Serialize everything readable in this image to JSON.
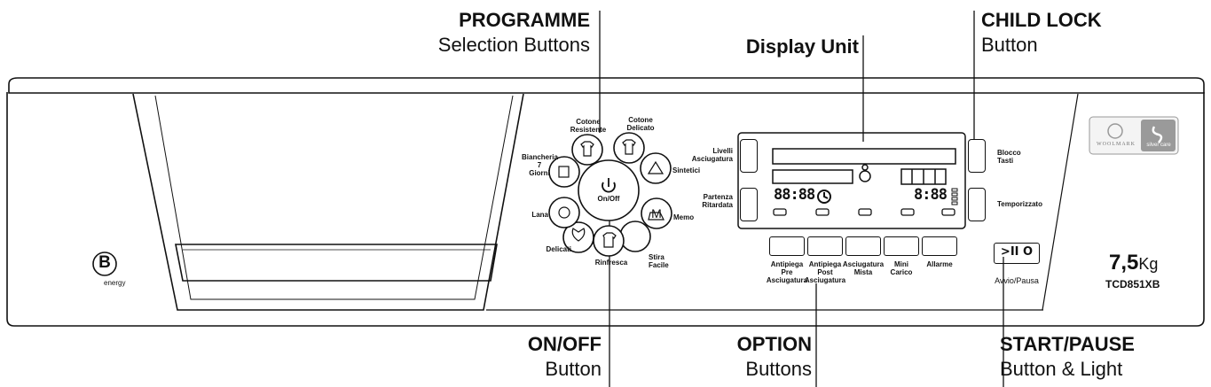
{
  "callouts": {
    "programme": {
      "title": "PROGRAMME",
      "subtitle": "Selection Buttons"
    },
    "display": {
      "title": "Display Unit"
    },
    "child_lock": {
      "title": "CHILD LOCK",
      "subtitle": "Button"
    },
    "on_off": {
      "title": "ON/OFF",
      "subtitle": "Button"
    },
    "option": {
      "title": "OPTION",
      "subtitle": "Buttons"
    },
    "start_pause": {
      "title": "START/PAUSE",
      "subtitle": "Button & Light"
    }
  },
  "dial": {
    "center_label": "On/Off",
    "programmes": {
      "cotone_resistente": "Cotone\nResistente",
      "cotone_delicato": "Cotone\nDelicato",
      "sintetici": "Sintetici",
      "memo": "Memo",
      "stira_facile": "Stira\nFacile",
      "rinfresca": "Rinfresca",
      "delicati": "Delicati",
      "lana": "Lana",
      "biancheria": "Biancheria\n7\nGiorni"
    },
    "memo_glyph": "M"
  },
  "display": {
    "left_top_label": "Livelli\nAsciugatura",
    "left_bottom_label": "Partenza\nRitardata",
    "right_top_label": "Blocco\nTasti",
    "right_bottom_label": "Temporizzato",
    "digits_left": "88:88",
    "digits_right": "8:88"
  },
  "options": {
    "buttons": [
      {
        "label": "Antipiega\nPre\nAsciugatura"
      },
      {
        "label": "Antipiega\nPost\nAsciugatura"
      },
      {
        "label": "Asciugatura\nMista"
      },
      {
        "label": "Mini\nCarico"
      },
      {
        "label": "Allarme"
      }
    ]
  },
  "start_pause": {
    "glyph": ">II O",
    "label": "Avvio/Pausa"
  },
  "branding": {
    "energy_letter": "B",
    "energy_label": "energy",
    "capacity": "7,5",
    "capacity_unit": "Kg",
    "model": "TCD851XB",
    "badge_left": "WOOLMARK",
    "badge_right": "silver care"
  }
}
